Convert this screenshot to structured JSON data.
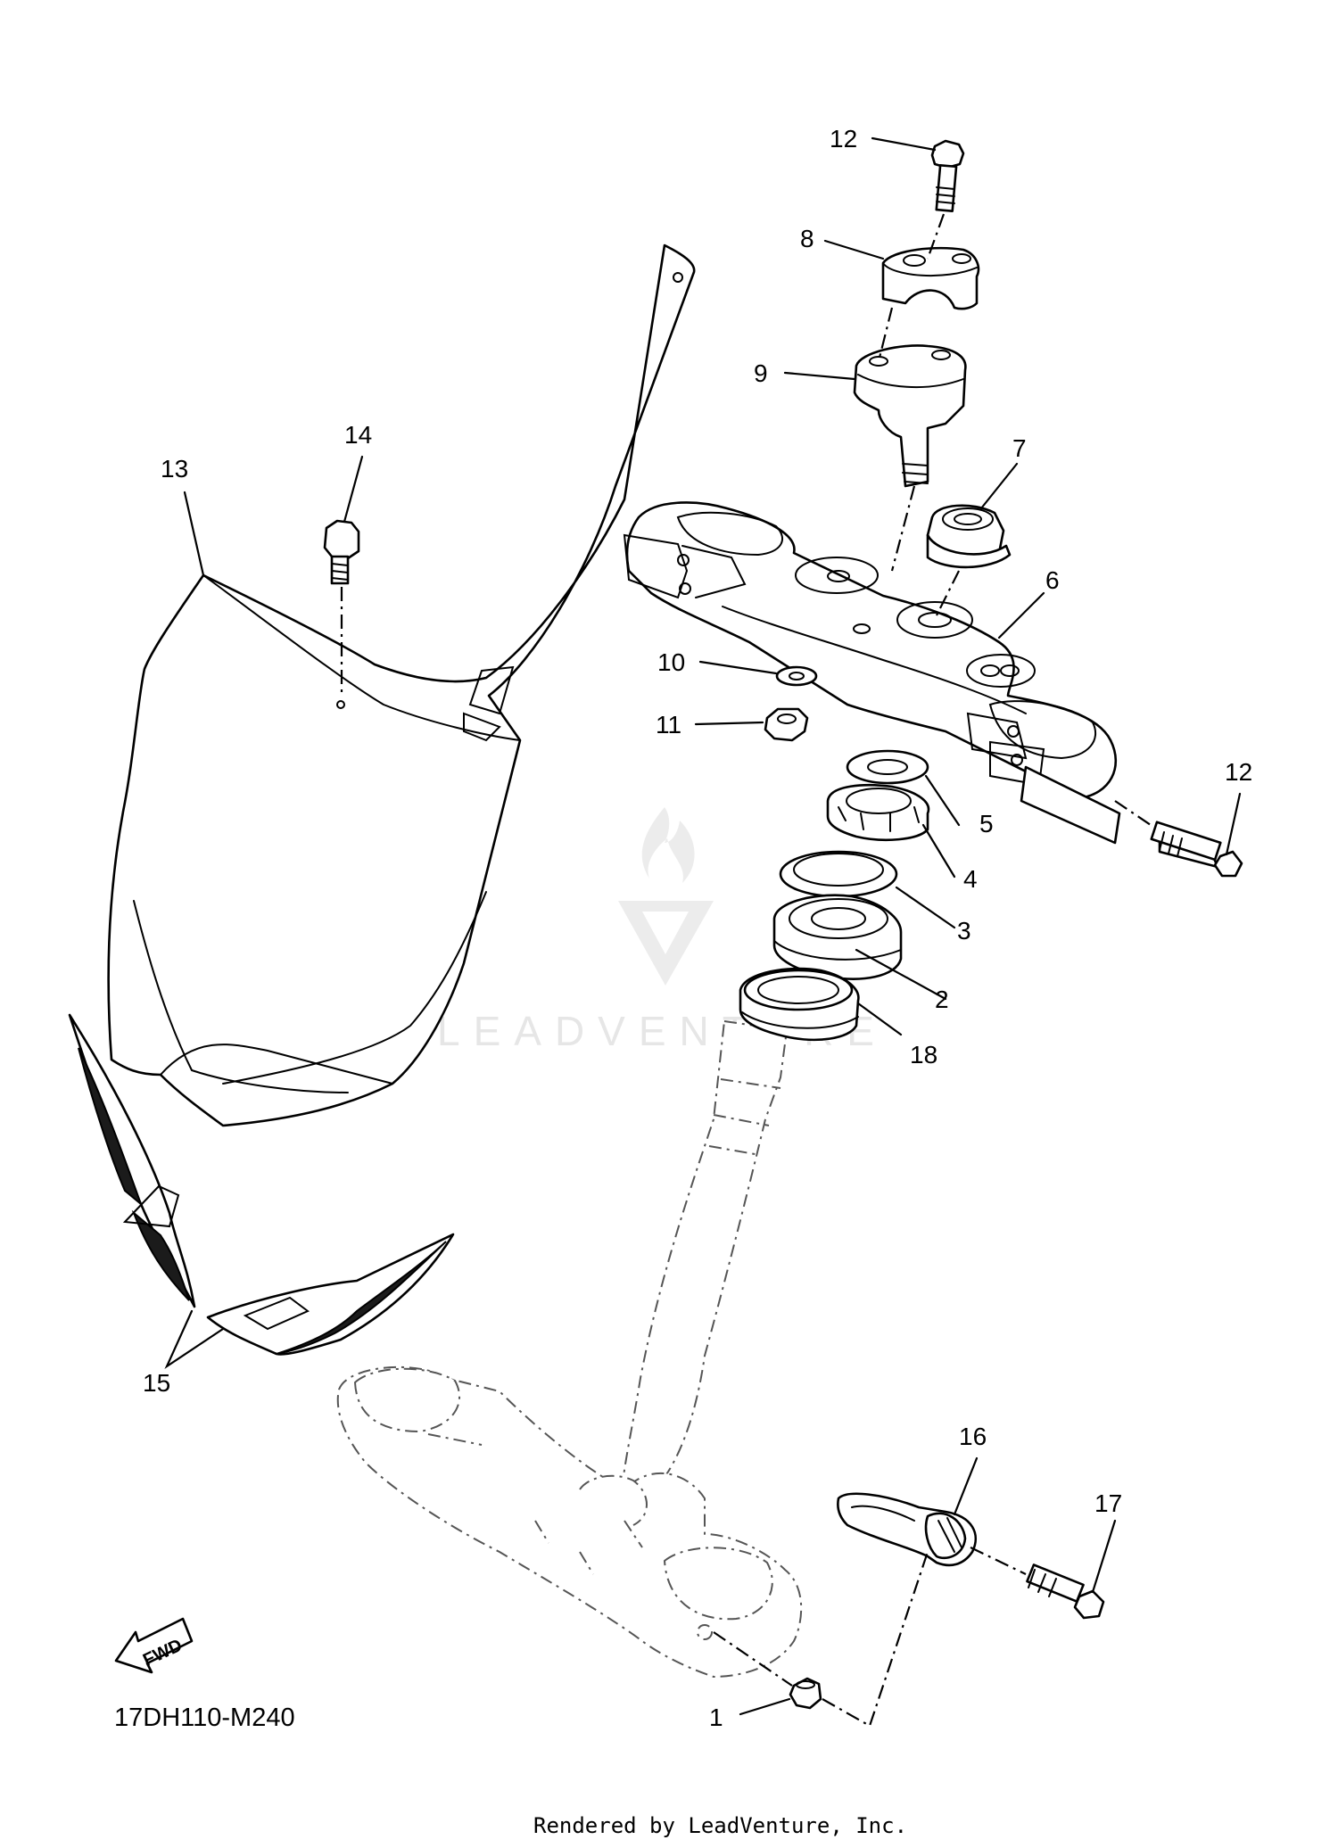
{
  "diagram": {
    "callouts": [
      {
        "id": "c1",
        "label": "1"
      },
      {
        "id": "c2",
        "label": "2"
      },
      {
        "id": "c3",
        "label": "3"
      },
      {
        "id": "c4",
        "label": "4"
      },
      {
        "id": "c5",
        "label": "5"
      },
      {
        "id": "c6",
        "label": "6"
      },
      {
        "id": "c7",
        "label": "7"
      },
      {
        "id": "c8",
        "label": "8"
      },
      {
        "id": "c9",
        "label": "9"
      },
      {
        "id": "c10",
        "label": "10"
      },
      {
        "id": "c11",
        "label": "11"
      },
      {
        "id": "c12a",
        "label": "12"
      },
      {
        "id": "c12b",
        "label": "12"
      },
      {
        "id": "c13",
        "label": "13"
      },
      {
        "id": "c14",
        "label": "14"
      },
      {
        "id": "c15",
        "label": "15"
      },
      {
        "id": "c16",
        "label": "16"
      },
      {
        "id": "c17",
        "label": "17"
      },
      {
        "id": "c18",
        "label": "18"
      }
    ],
    "diagram_code": "17DH110-M240",
    "fwd_badge": "FWD",
    "credit": "Rendered by LeadVenture, Inc.",
    "watermark": "LEADVENTURE"
  }
}
